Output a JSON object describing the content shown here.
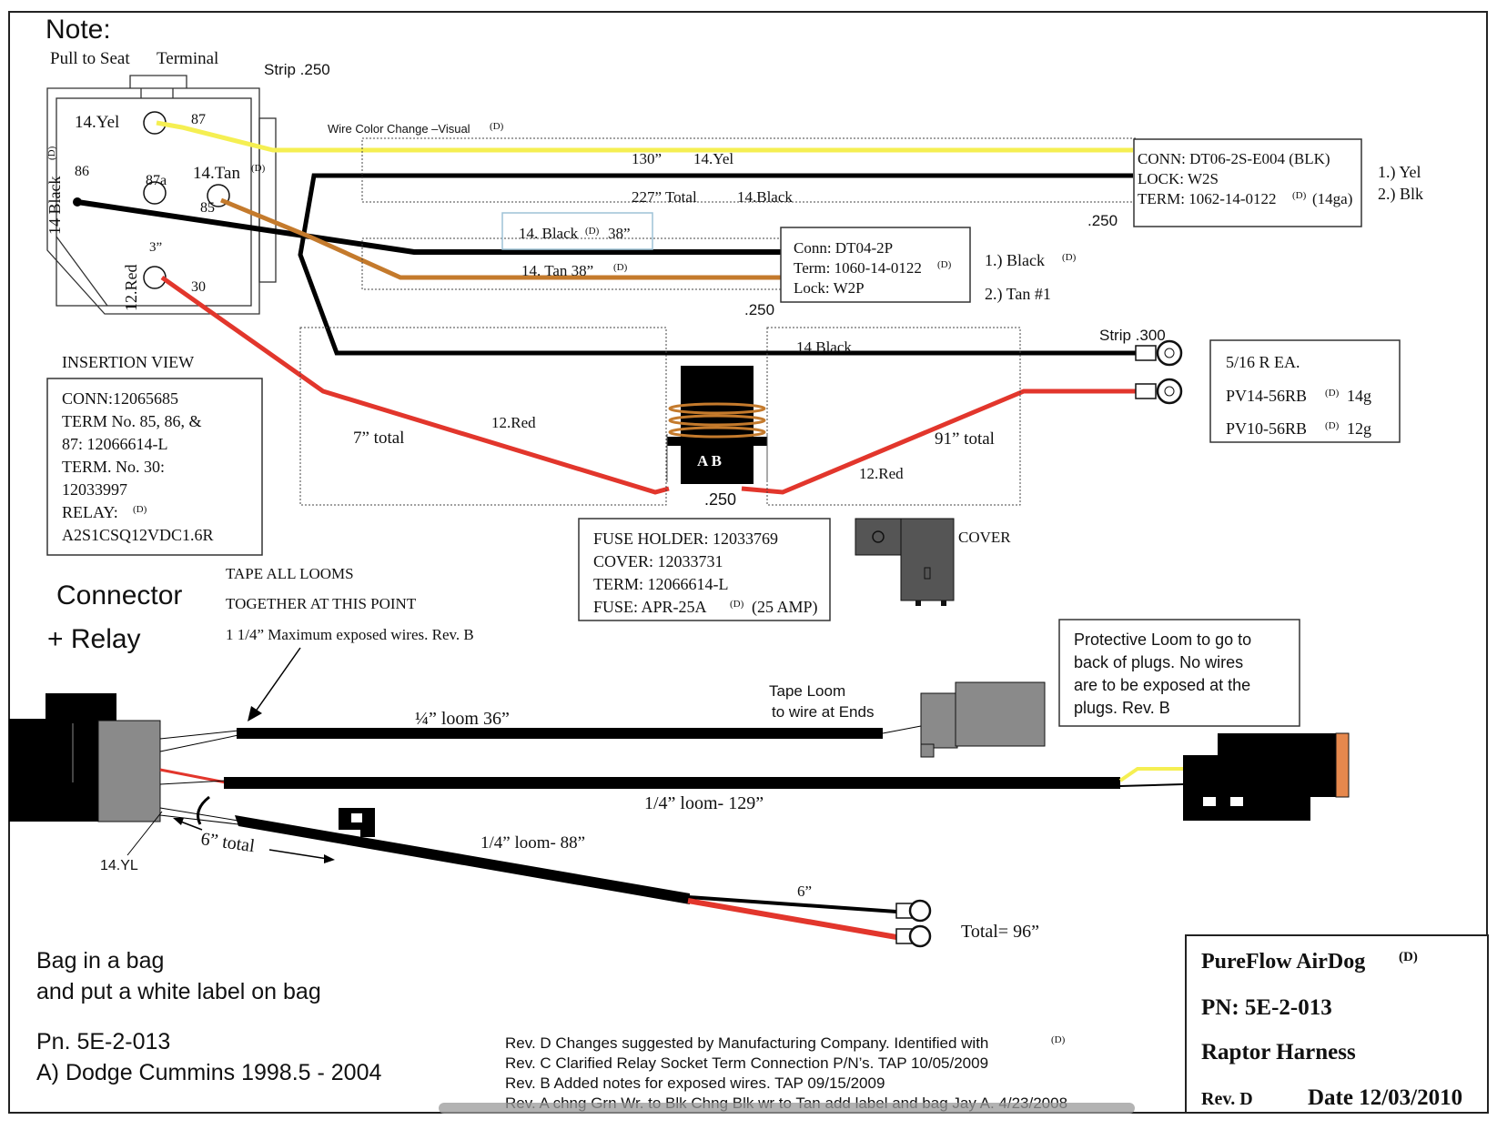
{
  "note": {
    "title": "Note:",
    "pull_to_seat": "Pull  to Seat",
    "terminal": "Terminal",
    "strip_250": "Strip .250"
  },
  "relay": {
    "pin_yel": "14.Yel",
    "pin_87": "87",
    "pin_86": "86",
    "pin_87a": "87a",
    "pin_tan": "14.Tan",
    "pin_85": "85",
    "pin_30": "30",
    "len_3in": "3”",
    "black_label": "14 Black",
    "red_label": "12.Red",
    "rev_mark": "(D)"
  },
  "wires": {
    "color_change": "Wire Color  Change –Visual",
    "len_130": "130”",
    "yel_14": "14.Yel",
    "total_227": "227”  Total",
    "black_14": "14.Black",
    "strip_250_right": ".250",
    "black_38": "14. Black",
    "black_38_len": "38”",
    "tan_38": "14. Tan   38”",
    "strip_250_mid": ".250",
    "black_14_lower": "14 Black",
    "strip_300": "Strip .300",
    "total_7": "7”  total",
    "red_12_left": "12.Red",
    "total_91": "91” total",
    "red_12_right": "12.Red",
    "fuse_ab": "A  B",
    "fuse_250": ".250"
  },
  "dt06_box": {
    "conn": "CONN: DT06-2S-E004 (BLK)",
    "lock": "LOCK: W2S",
    "term": "TERM: 1062-14-0122",
    "term_gauge": "(14ga)",
    "pin1": "1.) Yel",
    "pin2": "2.) Blk"
  },
  "dt04_box": {
    "conn": "Conn: DT04-2P",
    "term": "Term: 1060-14-0122",
    "lock": "Lock: W2P",
    "pin1": "1.) Black",
    "pin2": "2.) Tan  #1"
  },
  "ring_box": {
    "line1": "5/16 R EA.",
    "line2": "PV14-56RB",
    "line2_gauge": "14g",
    "line3": "PV10-56RB",
    "line3_gauge": "12g"
  },
  "insertion": {
    "title": "INSERTION VIEW",
    "lines": [
      "CONN:12065685",
      "TERM No. 85, 86, &",
      "87: 12066614-L",
      "TERM. No. 30:",
      "12033997",
      "RELAY:",
      "A2S1CSQ12VDC1.6R"
    ]
  },
  "fuse_box": {
    "lines": [
      "FUSE HOLDER: 12033769",
      "COVER: 12033731",
      "TERM: 12066614-L",
      "FUSE: APR-25A"
    ],
    "amp": "(25 AMP)",
    "cover_label": "COVER"
  },
  "assembly": {
    "connector": "Connector",
    "relay": "+ Relay",
    "tape_1": "TAPE ALL LOOMS",
    "tape_2": "TOGETHER AT THIS POINT",
    "tape_3": "1 1/4” Maximum exposed wires.  Rev. B",
    "loom_36": "¼”  loom 36”",
    "tape_loom_1": "Tape Loom",
    "tape_loom_2": "to wire at Ends",
    "protective": [
      "Protective Loom to go to",
      "back of plugs.  No wires",
      "are to be exposed at the",
      "plugs.  Rev. B"
    ],
    "loom_129": "1/4”  loom- 129”",
    "loom_88": "1/4” loom- 88”",
    "total_6": "6” total",
    "yl_14": "14.YL",
    "len_6": "6”",
    "total_96": "Total= 96”"
  },
  "footer": {
    "bag_1": "Bag in a bag",
    "bag_2": "and put a white label on bag",
    "pn": "Pn.  5E-2-013",
    "vehicle": "A) Dodge Cummins 1998.5 - 2004",
    "rev_d": "Rev. D  Changes suggested by Manufacturing Company.  Identified with",
    "rev_c": "Rev. C  Clarified Relay Socket Term Connection P/N’s.   TAP 10/05/2009",
    "rev_b": "Rev. B  Added notes for exposed wires.  TAP 09/15/2009",
    "rev_a": "Rev. A  chng Grn Wr. to Blk  Chng Blk wr to Tan add label and bag  Jay A. 4/23/2008"
  },
  "title_block": {
    "product": "PureFlow AirDog",
    "pn": "PN: 5E-2-013",
    "name": "Raptor Harness",
    "rev": "Rev.  D",
    "date": "Date 12/03/2010"
  },
  "colors": {
    "yellow_wire": "#f5ef52",
    "black_wire": "#000000",
    "tan_wire": "#c47a2c",
    "red_wire": "#e2362c",
    "connector_grey": "#8a8a8a",
    "orange_seal": "#e6884d"
  }
}
